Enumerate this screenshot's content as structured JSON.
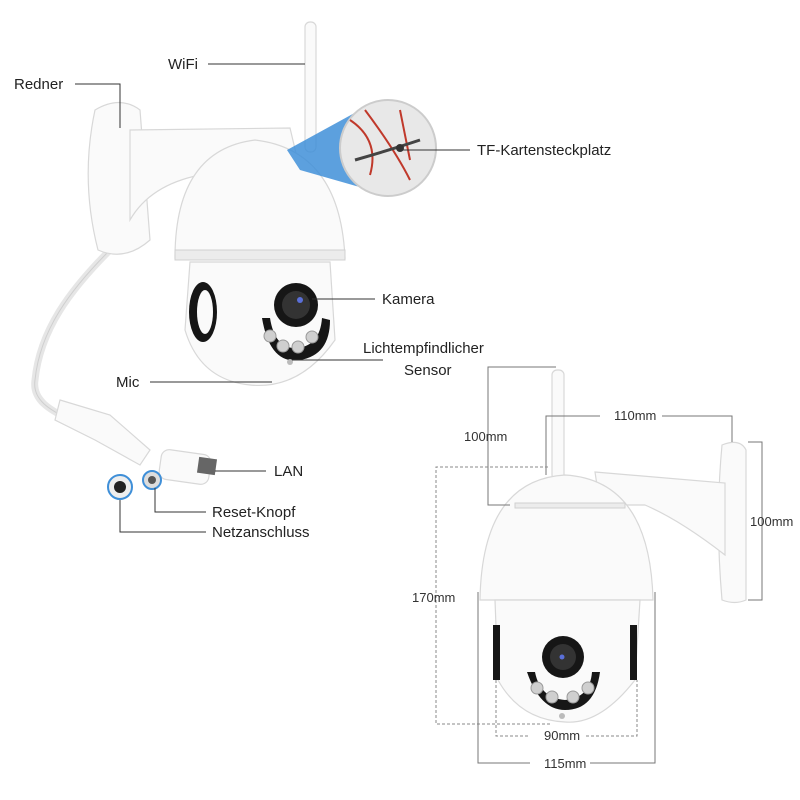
{
  "labels": {
    "wifi": "WiFi",
    "speaker": "Redner",
    "tf_slot": "TF-Kartensteckplatz",
    "camera": "Kamera",
    "light_sensor_line1": "Lichtempfindlicher",
    "light_sensor_line2": "Sensor",
    "mic": "Mic",
    "lan": "LAN",
    "reset": "Reset-Knopf",
    "power": "Netzanschluss"
  },
  "dimensions": {
    "antenna_height": "100mm",
    "bracket_length": "110mm",
    "bracket_height": "100mm",
    "total_height": "170mm",
    "inner_width": "90mm",
    "dome_width": "115mm"
  },
  "colors": {
    "accent_blue": "#3f8fd8"
  }
}
